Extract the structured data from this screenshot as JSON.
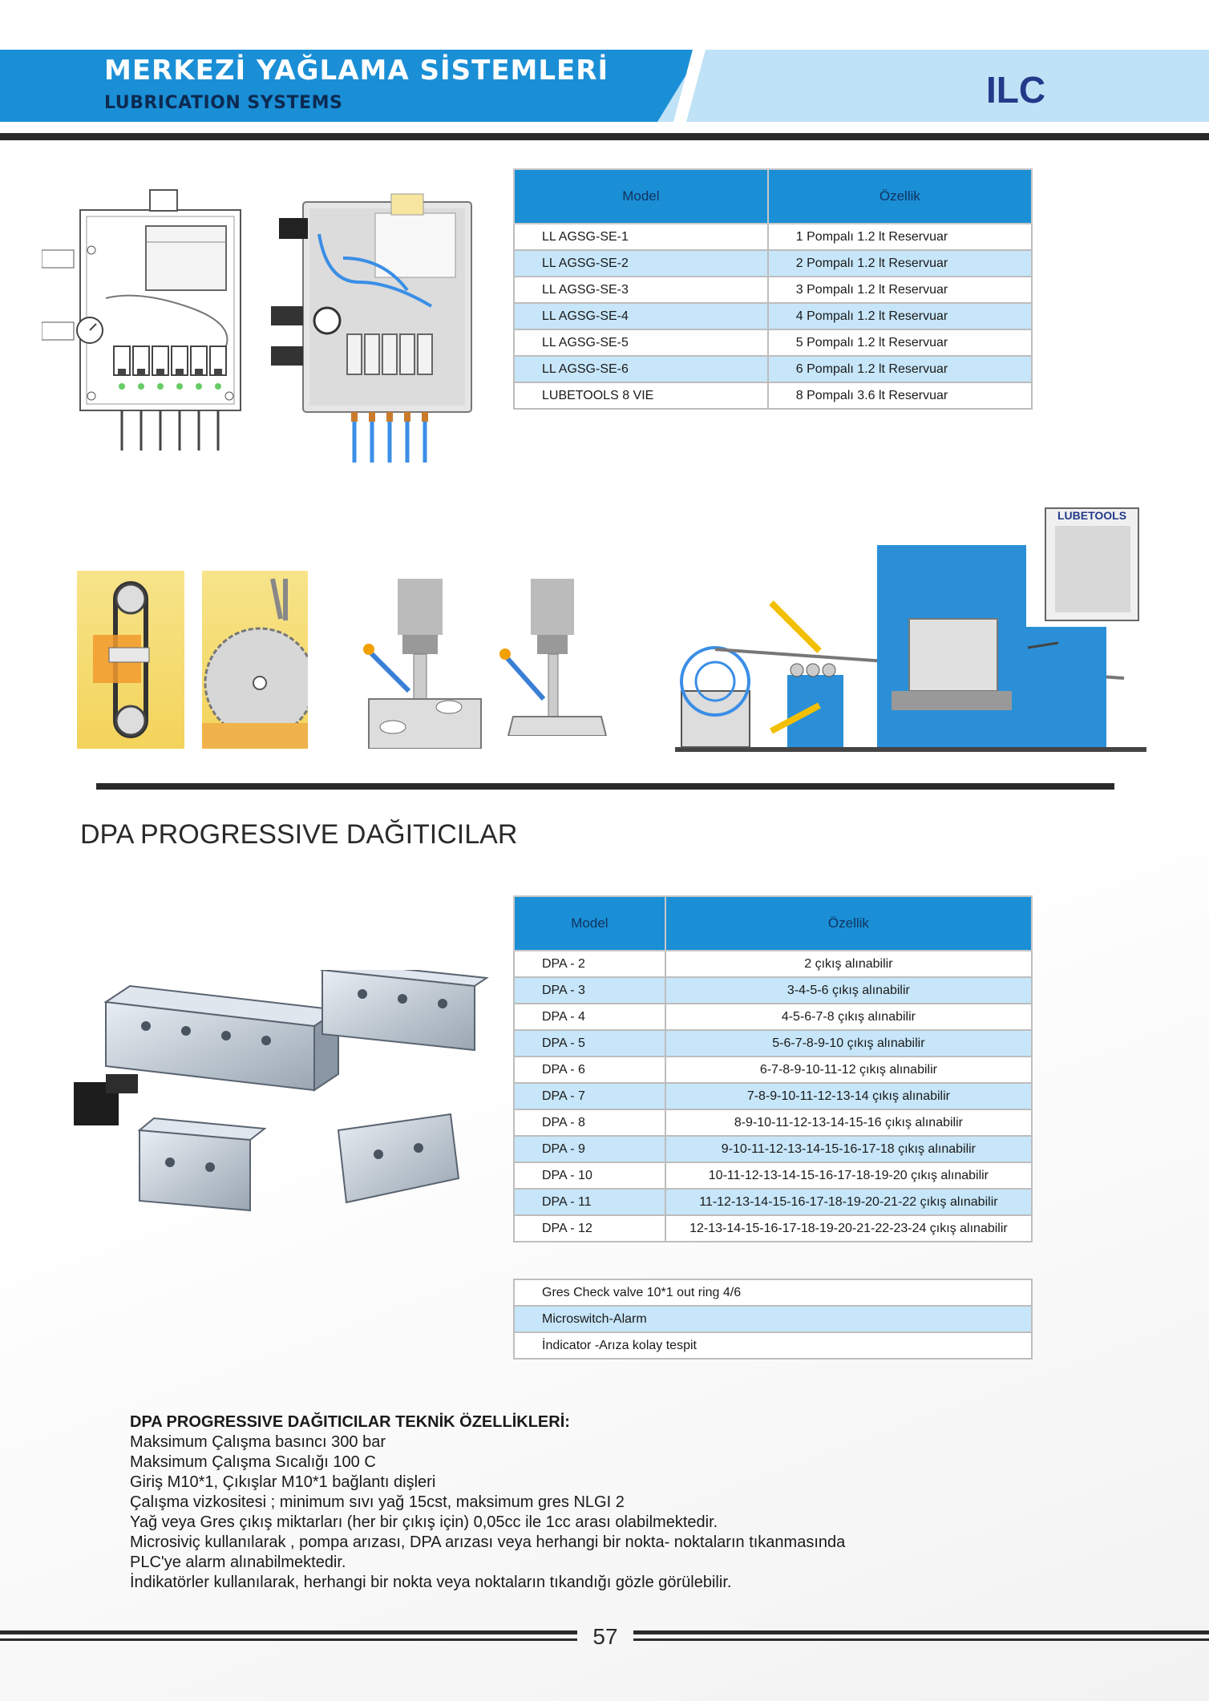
{
  "header": {
    "title": "MERKEZİ YAĞLAMA SİSTEMLERİ",
    "subtitle": "LUBRICATION SYSTEMS",
    "brand": "ILC"
  },
  "table1": {
    "col_model": "Model",
    "col_feature": "Özellik",
    "rows": [
      {
        "model": "LL AGSG-SE-1",
        "feature": "1 Pompalı 1.2 lt Reservuar"
      },
      {
        "model": "LL AGSG-SE-2",
        "feature": "2 Pompalı 1.2 lt Reservuar"
      },
      {
        "model": "LL AGSG-SE-3",
        "feature": "3 Pompalı 1.2 lt Reservuar"
      },
      {
        "model": "LL AGSG-SE-4",
        "feature": "4 Pompalı 1.2 lt Reservuar"
      },
      {
        "model": "LL AGSG-SE-5",
        "feature": "5 Pompalı 1.2 lt Reservuar"
      },
      {
        "model": "LL AGSG-SE-6",
        "feature": "6 Pompalı 1.2 lt Reservuar"
      },
      {
        "model": "LUBETOOLS 8 VIE",
        "feature": "8 Pompalı 3.6 lt Reservuar"
      }
    ]
  },
  "press_panel_logo": "LUBETOOLS",
  "section_title": "DPA  PROGRESSIVE DAĞITICILAR",
  "table2": {
    "col_model": "Model",
    "col_feature": "Özellik",
    "rows": [
      {
        "model": "DPA - 2",
        "feature": "2 çıkış alınabilir"
      },
      {
        "model": "DPA - 3",
        "feature": "3-4-5-6 çıkış alınabilir"
      },
      {
        "model": "DPA - 4",
        "feature": "4-5-6-7-8 çıkış alınabilir"
      },
      {
        "model": "DPA - 5",
        "feature": "5-6-7-8-9-10 çıkış alınabilir"
      },
      {
        "model": "DPA - 6",
        "feature": "6-7-8-9-10-11-12 çıkış alınabilir"
      },
      {
        "model": "DPA - 7",
        "feature": "7-8-9-10-11-12-13-14 çıkış alınabilir"
      },
      {
        "model": "DPA - 8",
        "feature": "8-9-10-11-12-13-14-15-16 çıkış alınabilir"
      },
      {
        "model": "DPA - 9",
        "feature": "9-10-11-12-13-14-15-16-17-18 çıkış alınabilir"
      },
      {
        "model": "DPA - 10",
        "feature": "10-11-12-13-14-15-16-17-18-19-20 çıkış alınabilir"
      },
      {
        "model": "DPA - 11",
        "feature": "11-12-13-14-15-16-17-18-19-20-21-22 çıkış alınabilir"
      },
      {
        "model": "DPA - 12",
        "feature": "12-13-14-15-16-17-18-19-20-21-22-23-24 çıkış alınabilir"
      }
    ]
  },
  "table3": {
    "rows": [
      "Gres Check valve 10*1 out ring 4/6",
      "Microswitch-Alarm",
      "İndicator -Arıza kolay tespit"
    ]
  },
  "specs": {
    "heading": "DPA  PROGRESSIVE DAĞITICILAR TEKNİK ÖZELLİKLERİ:",
    "lines": [
      "Maksimum Çalışma basıncı 300 bar",
      "Maksimum Çalışma Sıcalığı 100 C",
      "Giriş M10*1, Çıkışlar M10*1 bağlantı dişleri",
      "Çalışma vizkositesi ; minimum sıvı yağ 15cst, maksimum gres NLGI 2",
      "Yağ veya Gres çıkış miktarları (her bir çıkış için) 0,05cc ile 1cc arası olabilmektedir.",
      "Microsiviç kullanılarak , pompa arızası, DPA arızası veya herhangi bir nokta- noktaların tıkanmasında",
      "PLC'ye alarm alınabilmektedir.",
      "İndikatörler kullanılarak, herhangi bir nokta veya noktaların tıkandığı gözle görülebilir."
    ]
  },
  "footer": {
    "page_number": "57"
  },
  "colors": {
    "header_blue": "#1a8fd6",
    "header_light": "#bfe2f7",
    "row_alt": "#c7e6f9",
    "brand": "#233a8a"
  }
}
